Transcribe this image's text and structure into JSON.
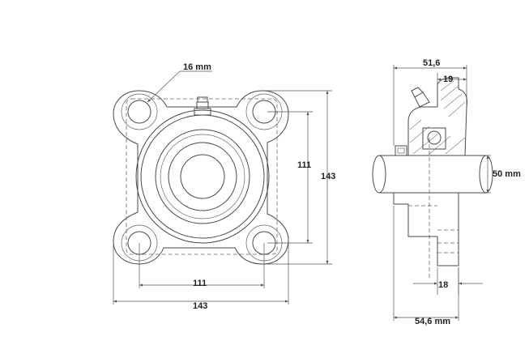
{
  "front_view": {
    "bolt_hole_label": "16 mm",
    "inner_height_label": "111",
    "outer_height_label": "143",
    "inner_width_label": "111",
    "outer_width_label": "143"
  },
  "side_view": {
    "overall_depth_label": "51,6",
    "flange_depth_label": "19",
    "shaft_diameter_label": "50 mm",
    "flange_thickness_label": "18",
    "total_width_label": "54,6 mm"
  },
  "colors": {
    "line": "#4a4a4a",
    "text": "#222222",
    "background": "#ffffff"
  }
}
